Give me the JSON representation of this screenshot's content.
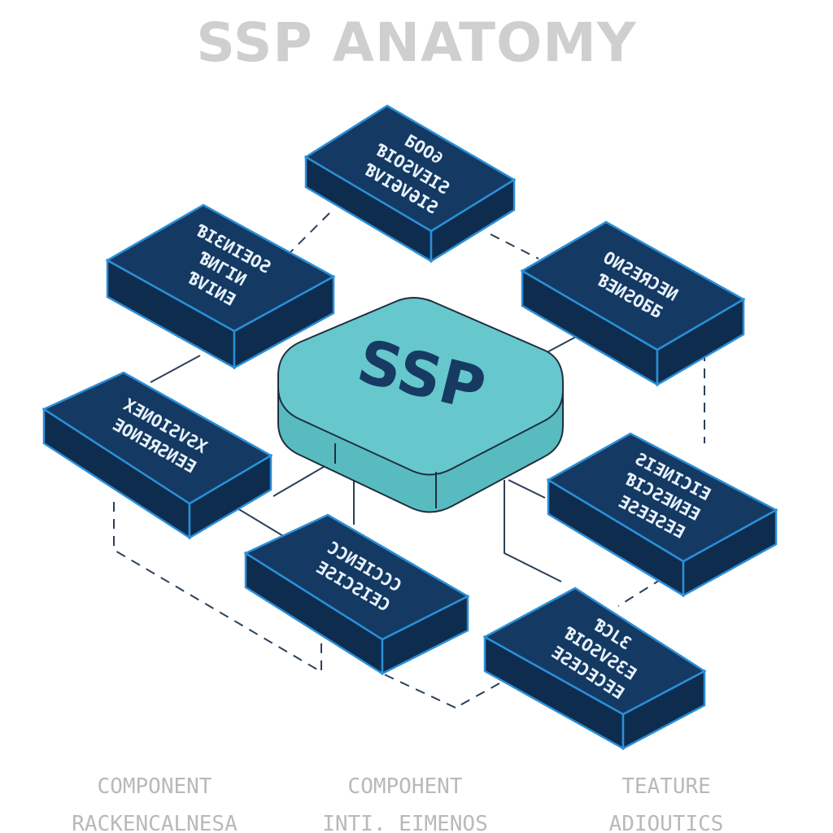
{
  "title": "SSP ANATOMY",
  "colors": {
    "module_top": "#143a63",
    "module_side": "#0e2c4d",
    "module_outline": "#2a8fd8",
    "hub_fill": "#66c8cc",
    "hub_side": "#58bbc0",
    "hub_text": "#173a63",
    "connector": "#2b4058",
    "title_gray": "#cfcfcf"
  },
  "hub": {
    "label": "SSP"
  },
  "modules": [
    {
      "id": "top",
      "lines": [
        "ƂОО∂",
        "ƁIOƧVƎIƧ",
        "ƁVIƏVƏIƧ"
      ]
    },
    {
      "id": "upper-left",
      "lines": [
        "ƁIƐИIƎOƧ",
        "ƁИГIИ",
        "ƁVIИƎ"
      ]
    },
    {
      "id": "upper-right",
      "lines": [
        "ОИƧƎЯϽƎИ",
        "ƁƎИƧOƂƂ"
      ]
    },
    {
      "id": "middle-left",
      "lines": [
        "XƎИOIƧVƧX",
        "ƎОИƎЯƧИƎƎ"
      ]
    },
    {
      "id": "middle-right",
      "lines": [
        "ƧIƎИIƆIƎ",
        "ƁIƆƧƎИƎƎ",
        "ƎƧƎƎƧƎƎ"
      ]
    },
    {
      "id": "lower-center",
      "lines": [
        "ƆƆИƎIƆƆƆ",
        "ƎƧIƆƧIƎƆ"
      ]
    },
    {
      "id": "lower-right",
      "lines": [
        "ƁƆLƐ",
        "ƁIOƧVƧƐƎ",
        "ƎƧƎƆƎƆƎƎ"
      ]
    }
  ],
  "footer": [
    {
      "line1": "COMPONENT",
      "line2": "RACKENCALNESA"
    },
    {
      "line1": "COMPOHENT",
      "line2": "INTI. EIMENOS"
    },
    {
      "line1": "TEATURE",
      "line2": "ADIOUTICS"
    }
  ]
}
